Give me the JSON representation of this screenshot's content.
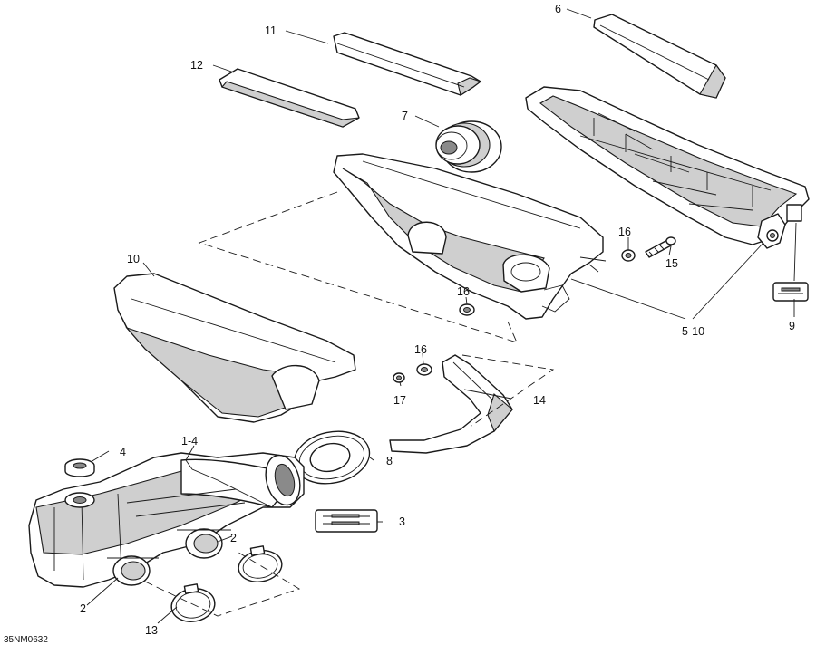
{
  "callouts": {
    "c1_4": "1-4",
    "c2a": "2",
    "c2b": "2",
    "c3": "3",
    "c4": "4",
    "c5_10": "5-10",
    "c6": "6",
    "c7": "7",
    "c8": "8",
    "c9": "9",
    "c10": "10",
    "c11": "11",
    "c12": "12",
    "c13": "13",
    "c14": "14",
    "c15": "15",
    "c16a": "16",
    "c16b": "16",
    "c16c": "16",
    "c17": "17"
  },
  "drawing_code": "35NM0632"
}
